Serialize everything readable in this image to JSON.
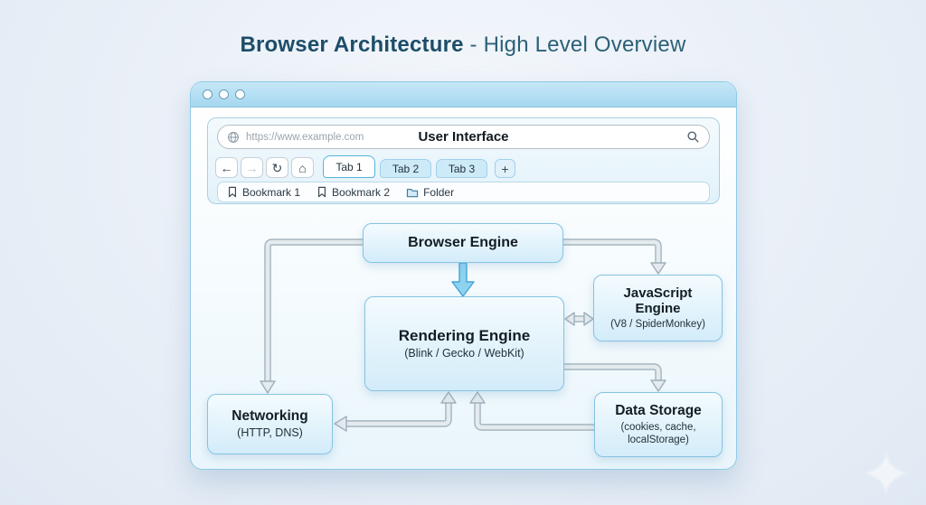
{
  "page": {
    "title_bold": "Browser Architecture",
    "title_sep": " - ",
    "title_rest": "High Level Overview"
  },
  "window": {
    "toolbar": {
      "url": "https://www.example.com",
      "page_label": "User Interface",
      "nav": {
        "back": "←",
        "forward": "→",
        "refresh": "↻",
        "home": "⌂"
      },
      "tabs": [
        {
          "label": "Tab 1",
          "active": true
        },
        {
          "label": "Tab 2",
          "active": false
        },
        {
          "label": "Tab 3",
          "active": false
        }
      ],
      "new_tab_label": "+",
      "bookmarks": [
        {
          "label": "Bookmark 1",
          "icon": "bookmark-icon"
        },
        {
          "label": "Bookmark 2",
          "icon": "bookmark-icon"
        },
        {
          "label": "Folder",
          "icon": "folder-icon"
        }
      ]
    }
  },
  "diagram": {
    "nodes": {
      "browser_engine": {
        "title": "Browser Engine",
        "subtitle": ""
      },
      "rendering_engine": {
        "title": "Rendering Engine",
        "subtitle": "(Blink / Gecko / WebKit)"
      },
      "javascript_engine": {
        "title": "JavaScript Engine",
        "subtitle": "(V8 / SpiderMonkey)"
      },
      "networking": {
        "title": "Networking",
        "subtitle": "(HTTP, DNS)"
      },
      "data_storage": {
        "title": "Data Storage",
        "subtitle": "(cookies, cache, localStorage)"
      }
    },
    "edges": [
      {
        "from": "browser_engine",
        "to": "rendering_engine",
        "direction": "one-way",
        "style": "blue-filled"
      },
      {
        "from": "browser_engine",
        "to": "networking",
        "direction": "one-way",
        "style": "gray-outline"
      },
      {
        "from": "browser_engine",
        "to": "javascript_engine",
        "direction": "one-way",
        "style": "gray-outline"
      },
      {
        "from": "rendering_engine",
        "to": "javascript_engine",
        "direction": "two-way",
        "style": "gray-outline"
      },
      {
        "from": "rendering_engine",
        "to": "data_storage",
        "direction": "one-way",
        "style": "gray-outline"
      },
      {
        "from": "rendering_engine",
        "to": "networking",
        "direction": "two-way",
        "style": "gray-outline"
      },
      {
        "from": "data_storage",
        "to": "rendering_engine",
        "direction": "one-way",
        "style": "gray-outline"
      }
    ]
  },
  "colors": {
    "accent_blue": "#5bc0e8",
    "titlebar_blue": "#aedcf2",
    "box_border": "#85c3e2",
    "box_fill": "#ddf0fa",
    "arrow_fill": "#e4eaee",
    "arrow_stroke": "#9fb0ba",
    "blue_arrow_fill": "#8ed2f1",
    "blue_arrow_stroke": "#44a5d3",
    "title_text": "#1c4d68"
  }
}
